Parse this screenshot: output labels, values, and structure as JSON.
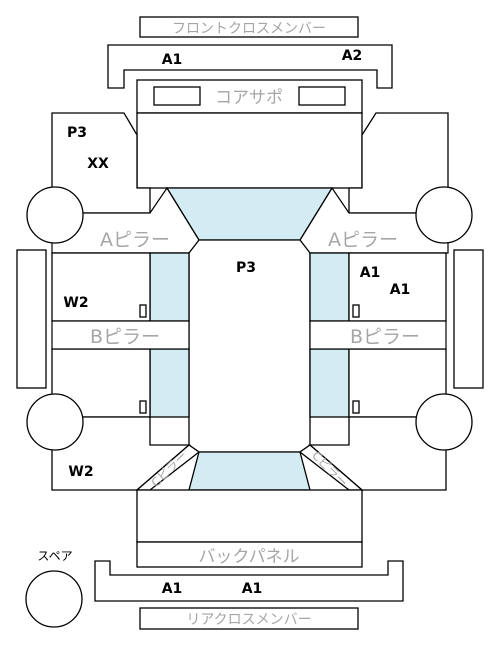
{
  "labels": {
    "front_cross_member": "フロントクロスメンバー",
    "core_support": "コアサポ",
    "a_pillar_left": "Aピラー",
    "a_pillar_right": "Aピラー",
    "b_pillar_left": "Bピラー",
    "b_pillar_right": "Bピラー",
    "back_panel": "バックパネル",
    "rear_cross_member": "リアクロスメンバー",
    "spare": "スペア",
    "c_pillar_left": "ピラー",
    "c_pillar_right": "ピラー",
    "c_prefix": "C"
  },
  "marks": {
    "front_member_left": "A1",
    "front_member_right": "A2",
    "front_left_panel_top": "P3",
    "front_left_panel_bottom": "XX",
    "roof": "P3",
    "right_front_door_1": "A1",
    "right_front_door_2": "A1",
    "left_front_door": "W2",
    "left_rear_quarter": "W2",
    "rear_member_left": "A1",
    "rear_member_right": "A1"
  },
  "colors": {
    "glass": "#d3ebf2",
    "label_gray": "#a6a6a6",
    "outline": "#000000"
  }
}
